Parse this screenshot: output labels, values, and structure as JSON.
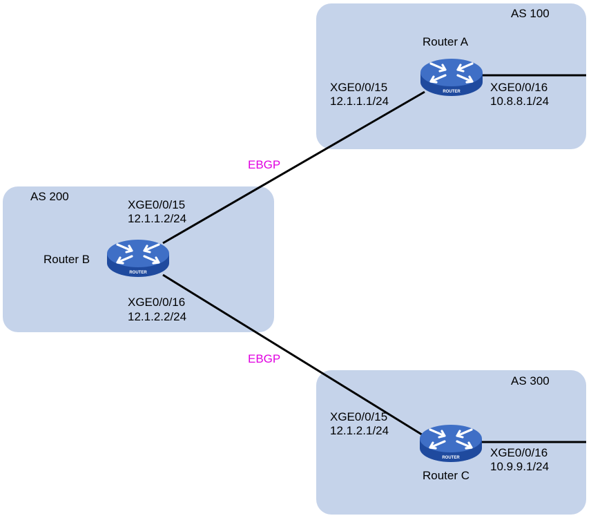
{
  "colors": {
    "as_fill": "#c5d3ea",
    "link": "#000000",
    "ebgp_text": "#e000e0",
    "router_body": "#1f4a9e",
    "router_top": "#3f6fc6",
    "router_text": "#ffffff"
  },
  "icons": {
    "router": "router-icon"
  },
  "as_regions": [
    {
      "id": "as100",
      "label": "AS 100"
    },
    {
      "id": "as200",
      "label": "AS 200"
    },
    {
      "id": "as300",
      "label": "AS 300"
    }
  ],
  "routers": [
    {
      "id": "a",
      "name": "Router A",
      "badge": "ROUTER"
    },
    {
      "id": "b",
      "name": "Router B",
      "badge": "ROUTER"
    },
    {
      "id": "c",
      "name": "Router C",
      "badge": "ROUTER"
    }
  ],
  "interfaces": {
    "a_xge15": {
      "port": "XGE0/0/15",
      "ip": "12.1.1.1/24"
    },
    "a_xge16": {
      "port": "XGE0/0/16",
      "ip": "10.8.8.1/24"
    },
    "b_xge15": {
      "port": "XGE0/0/15",
      "ip": "12.1.1.2/24"
    },
    "b_xge16": {
      "port": "XGE0/0/16",
      "ip": "12.1.2.2/24"
    },
    "c_xge15": {
      "port": "XGE0/0/15",
      "ip": "12.1.2.1/24"
    },
    "c_xge16": {
      "port": "XGE0/0/16",
      "ip": "10.9.9.1/24"
    }
  },
  "links": [
    {
      "id": "a-b",
      "label": "EBGP"
    },
    {
      "id": "b-c",
      "label": "EBGP"
    }
  ]
}
